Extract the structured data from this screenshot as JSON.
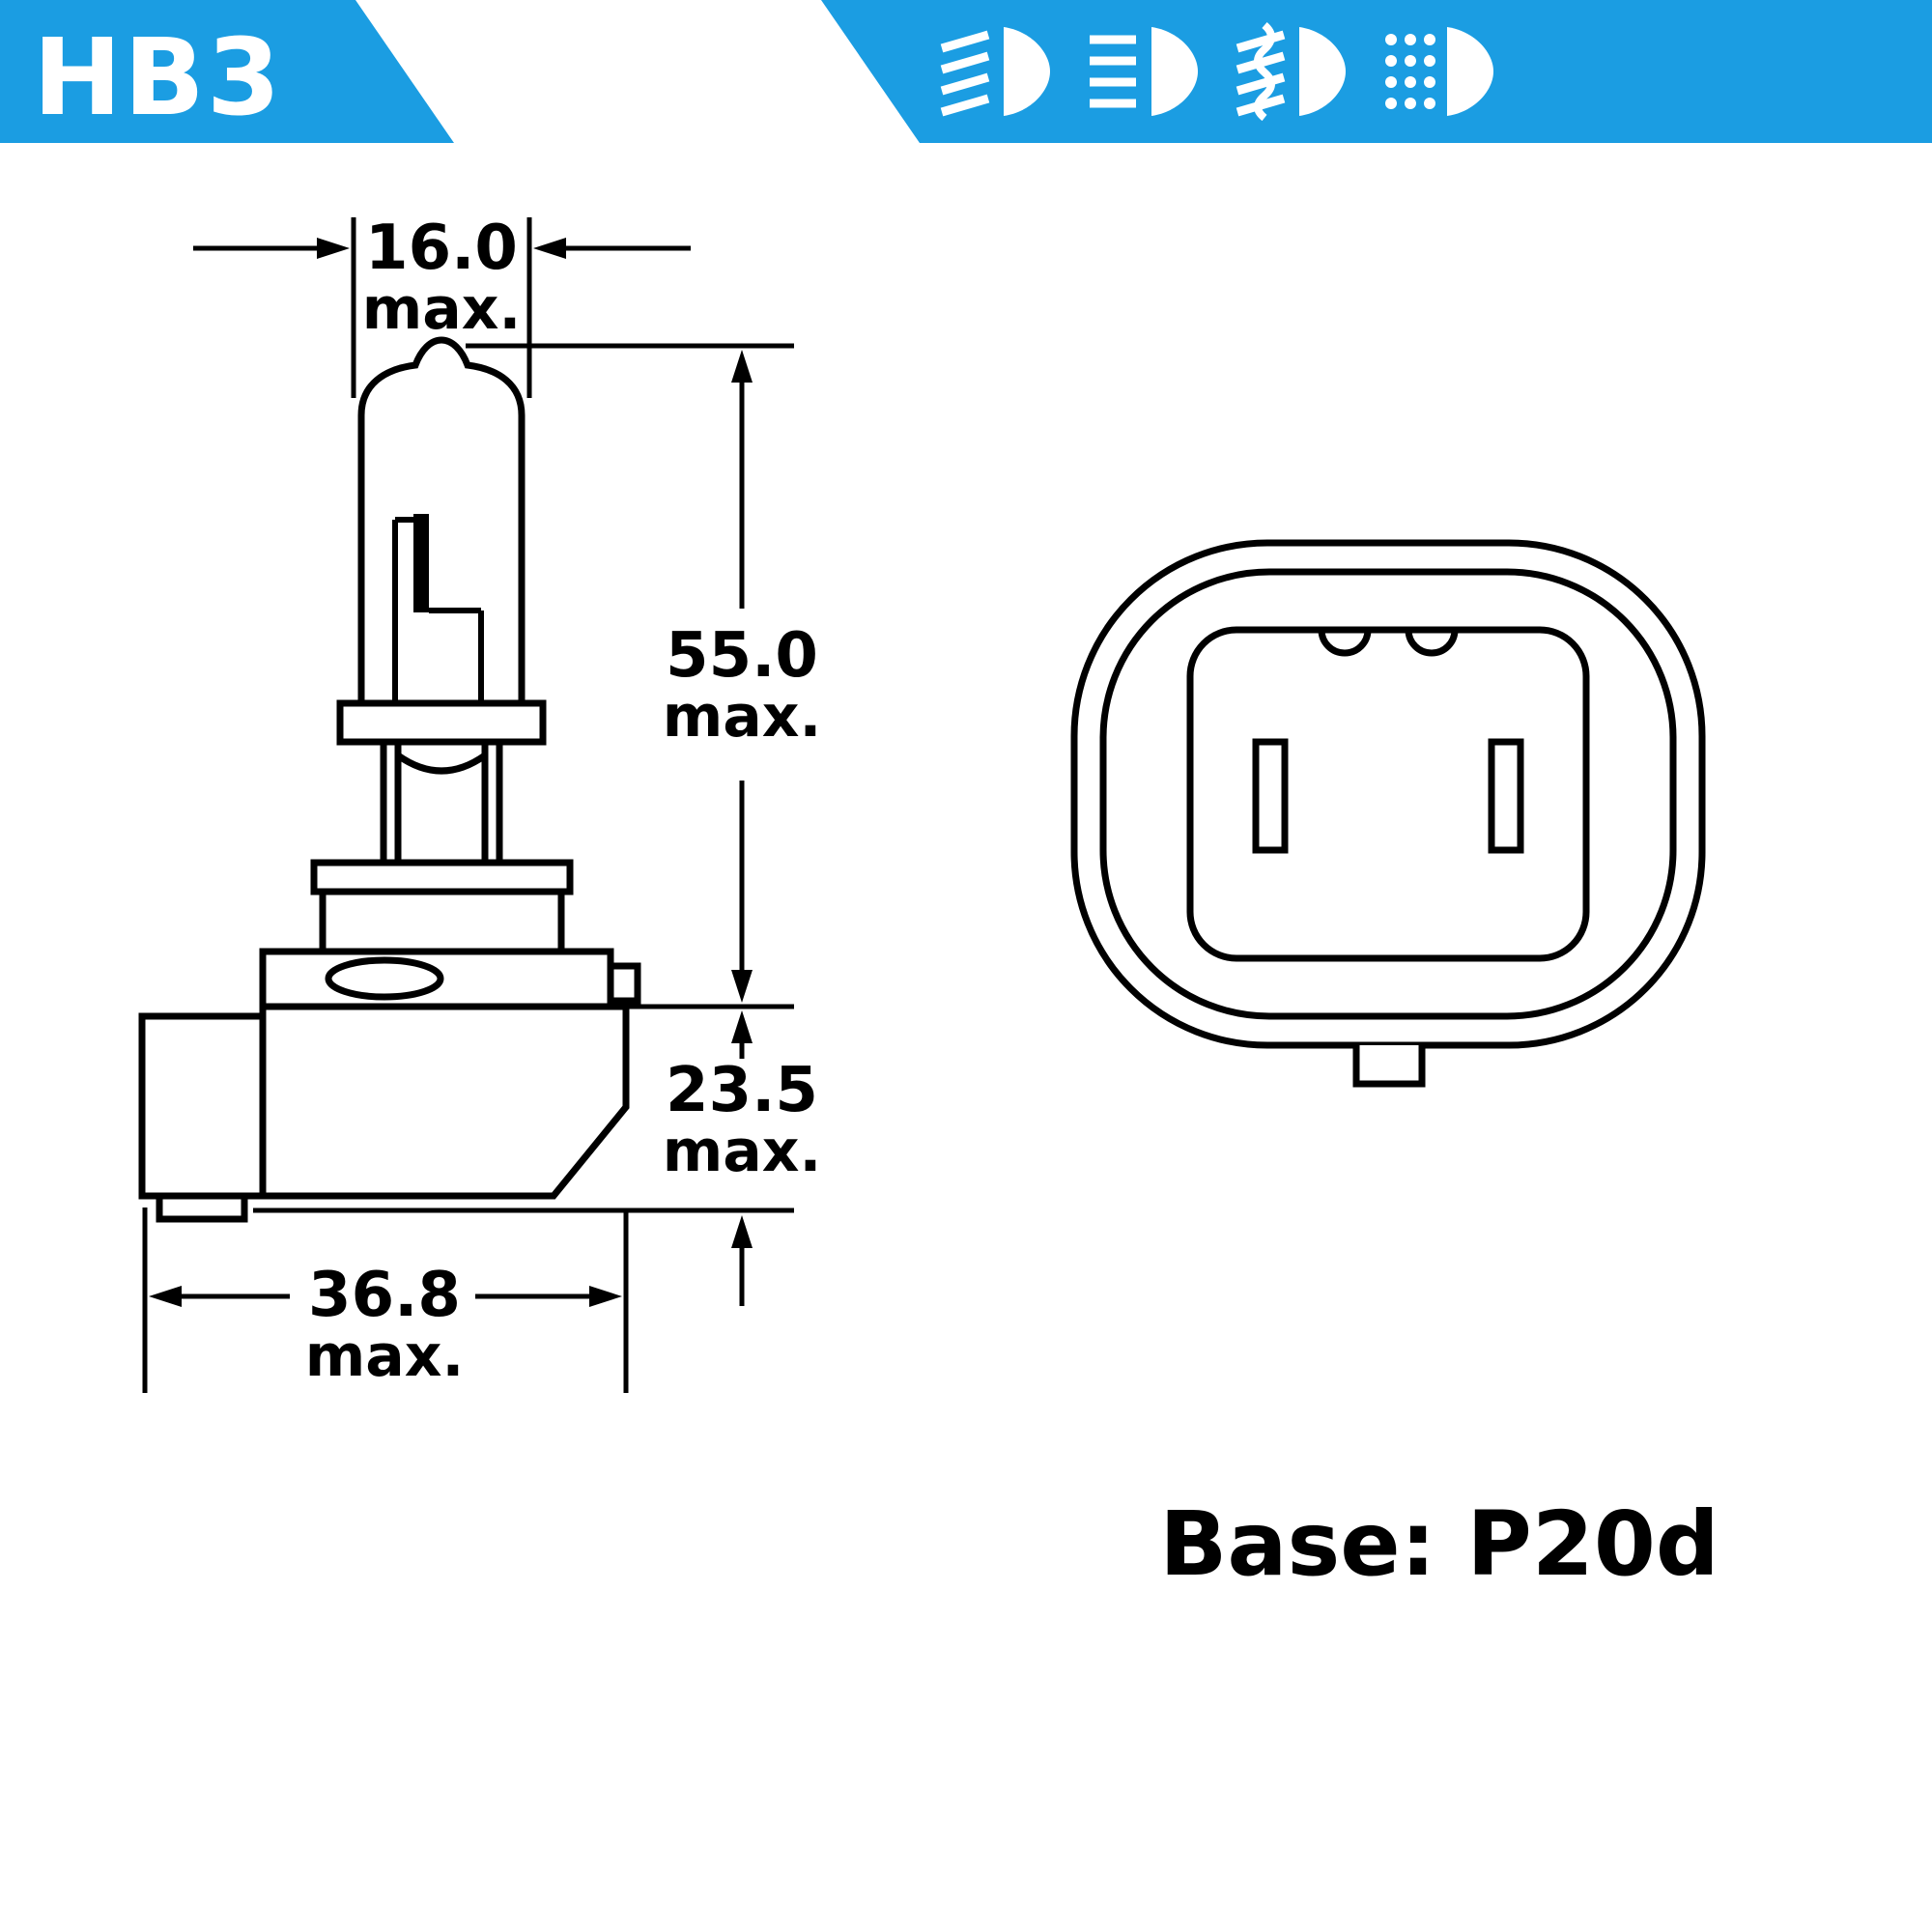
{
  "header": {
    "model": "HB3",
    "accent_color": "#1B9DE2",
    "icons": [
      "low-beam-icon",
      "high-beam-icon",
      "front-fog-icon",
      "daytime-running-light-icon"
    ]
  },
  "dimensions": {
    "tube_diameter": {
      "value": "16.0",
      "suffix": "max."
    },
    "overall_length": {
      "value": "55.0",
      "suffix": "max."
    },
    "base_depth": {
      "value": "23.5",
      "suffix": "max."
    },
    "base_width": {
      "value": "36.8",
      "suffix": "max."
    }
  },
  "base": {
    "label": "Base: P20d"
  },
  "colors": {
    "line": "#000000",
    "background": "#ffffff",
    "accent": "#1B9DE2"
  }
}
